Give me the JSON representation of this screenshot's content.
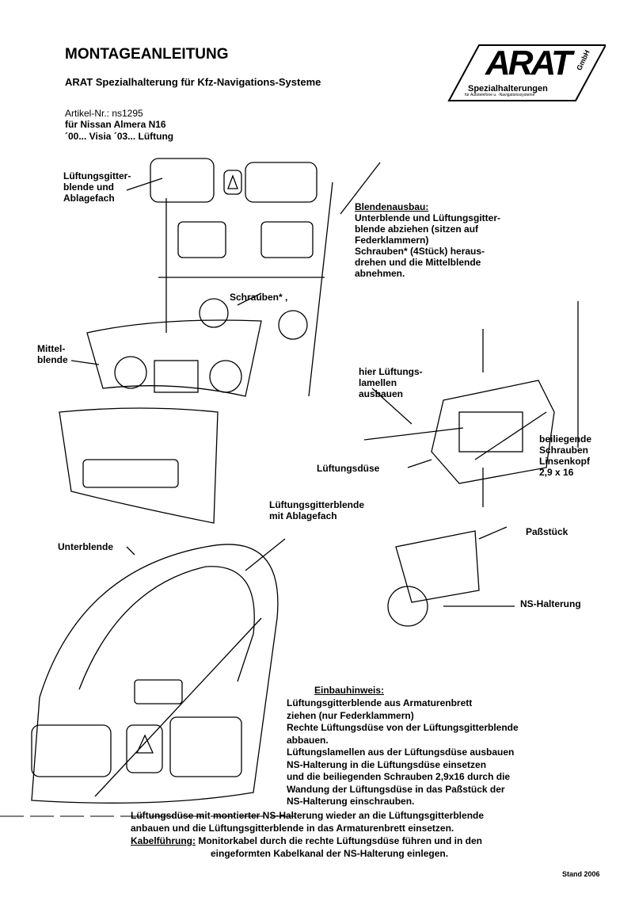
{
  "header": {
    "title": "MONTAGEANLEITUNG",
    "subtitle": "ARAT Spezialhalterung für Kfz-Navigations-Systeme",
    "article_no": "Artikel-Nr.: ns1295",
    "vehicle": "für Nissan Almera N16",
    "vehicle_detail": "´00... Visia ´03... Lüftung"
  },
  "logo": {
    "brand": "ARAT",
    "suffix": "GmbH",
    "line1": "Spezialhalterungen",
    "line2": "für Autotelefone u. -Navigationssysteme"
  },
  "labels": {
    "lueftungsgitterblende": "Lüftungsgitter-\nblende und\nAblagefach",
    "schrauben": "Schrauben* ,",
    "mittelblende": "Mittel-\nblende",
    "unterblende": "Unterblende",
    "lamellen": "hier Lüftungs-\nlamellen\nausbauen",
    "lueftungsduese": "Lüftungsdüse",
    "beiliegende": "beiliegende\nSchrauben\nLinsenkopf\n2,9 x 16",
    "gitterblende_ablage": "Lüftungsgitterblende\nmit Ablagefach",
    "passstueck": "Paßstück",
    "ns_halterung": "NS-Halterung"
  },
  "blendenausbau": {
    "heading": "Blendenausbau:",
    "text": "Unterblende und Lüftungsgitter-\nblende abziehen (sitzen auf\nFederklammern)\nSchrauben* (4Stück) heraus-\ndrehen und die Mittelblende\nabnehmen."
  },
  "einbau": {
    "heading": "Einbauhinweis:",
    "text": "Lüftungsgitterblende aus Armaturenbrett\nziehen (nur Federklammern)\nRechte Lüftungsdüse von der Lüftungsgitterblende\nabbauen.\nLüftungslamellen aus der Lüftungsdüse ausbauen\nNS-Halterung in die Lüftungsdüse einsetzen\nund die beiliegenden Schrauben 2,9x16 durch die\nWandung der Lüftungsdüse in das Paßstück der\nNS-Halterung einschrauben.",
    "text2": "Lüftungsdüse mit montierter NS-Halterung wieder an die Lüftungsgitterblende\nanbauen und die Lüftungsgitterblende in das Armaturenbrett einsetzen.",
    "kabel_heading": "Kabelführung:",
    "kabel_text": " Monitorkabel durch die rechte Lüftungsdüse führen und in den",
    "kabel_text2": "eingeformten Kabelkanal der NS-Halterung einlegen."
  },
  "footer": {
    "stand": "Stand 2006"
  }
}
